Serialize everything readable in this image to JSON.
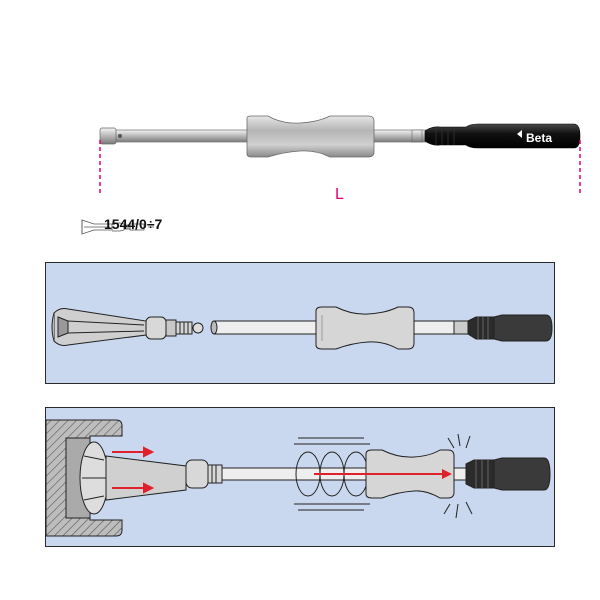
{
  "product": {
    "brand": "Beta",
    "dimension_label": "L",
    "compatible_code": "1544/0÷7"
  },
  "colors": {
    "dimension_marker": "#e0007a",
    "panel_bg": "#c9d8ee",
    "motion_arrow": "#e0202a",
    "handle": "#1a1a1a",
    "steel": "#c8c8c8"
  },
  "icons": {
    "extractor": "collet-extractor-icon",
    "slide_hammer": "slide-hammer-icon"
  }
}
